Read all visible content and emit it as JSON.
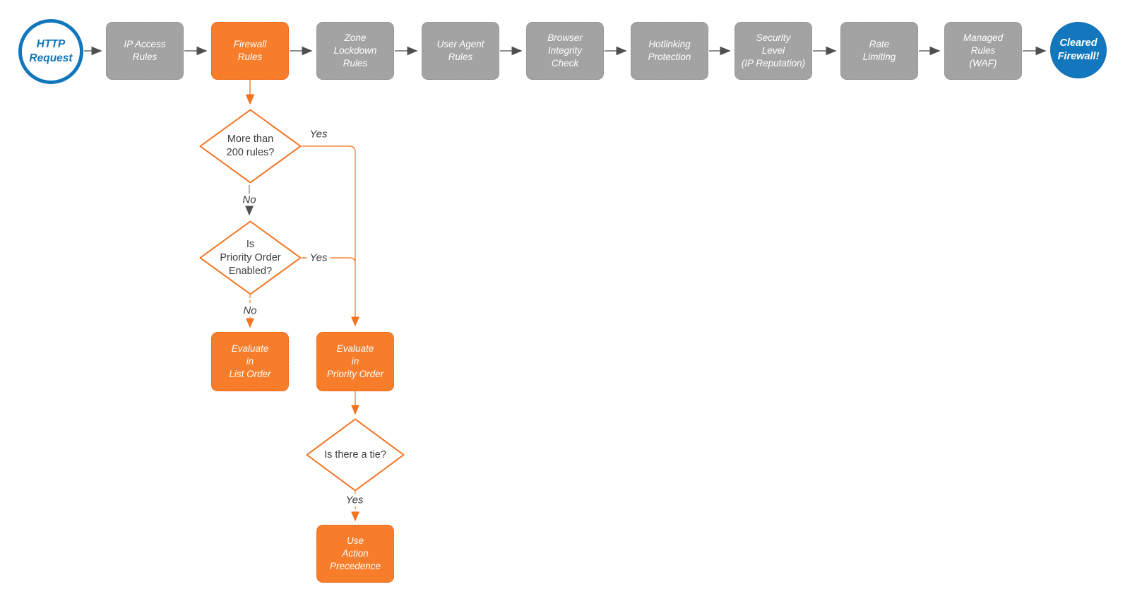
{
  "flow": {
    "start": {
      "label": "HTTP\nRequest"
    },
    "stages": [
      {
        "label": "IP Access\nRules"
      },
      {
        "label": "Firewall\nRules"
      },
      {
        "label": "Zone\nLockdown\nRules"
      },
      {
        "label": "User Agent\nRules"
      },
      {
        "label": "Browser\nIntegrity\nCheck"
      },
      {
        "label": "Hotlinking\nProtection"
      },
      {
        "label": "Security\nLevel\n(IP Reputation)"
      },
      {
        "label": "Rate\nLimiting"
      },
      {
        "label": "Managed\nRules\n(WAF)"
      }
    ],
    "end": {
      "label": "Cleared\nFirewall!"
    }
  },
  "branch": {
    "decision_rule_count": {
      "label": "More than\n200 rules?"
    },
    "decision_priority_order": {
      "label": "Is\nPriority Order\nEnabled?"
    },
    "decision_tie": {
      "label": "Is there a tie?"
    },
    "evaluate_list_order": {
      "label": "Evaluate\nin\nList Order"
    },
    "evaluate_priority_order": {
      "label": "Evaluate\nin\nPriority Order"
    },
    "use_action_precedence": {
      "label": "Use\nAction\nPrecedence"
    },
    "edge_labels": {
      "rule_count_yes": "Yes",
      "rule_count_no": "No",
      "priority_yes": "Yes",
      "priority_no": "No",
      "tie_yes": "Yes"
    }
  },
  "colors": {
    "orange": "#f87d2b",
    "blue": "#1277bd",
    "gray_node": "#a3a3a3",
    "arrow_gray": "#4f4f4f",
    "arrow_orange": "#f4711f",
    "text_dark": "#3c3c3c"
  }
}
